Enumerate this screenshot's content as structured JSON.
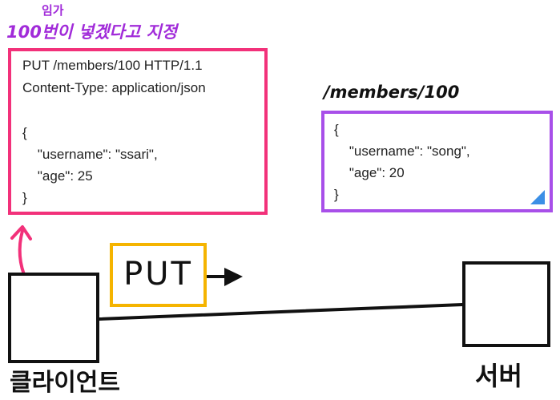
{
  "annotations": {
    "line1": "임가",
    "line2": "100번이 넣겠다고 지정",
    "server_path": "/members/100"
  },
  "request": {
    "lines": [
      "PUT /members/100 HTTP/1.1",
      "Content-Type: application/json",
      "",
      "{",
      "    \"username\": \"ssari\",",
      "    \"age\": 25",
      "}"
    ]
  },
  "resource": {
    "lines": [
      "{",
      "    \"username\": \"song\",",
      "    \"age\": 20",
      "}"
    ]
  },
  "method_label": "PUT",
  "client_label": "클라이언트",
  "server_label": "서버",
  "colors": {
    "request_border": "#f2317a",
    "resource_border": "#a84fe9",
    "method_border": "#f5b400",
    "annotation": "#a12bd9",
    "corner_mark": "#3b8fe6"
  }
}
